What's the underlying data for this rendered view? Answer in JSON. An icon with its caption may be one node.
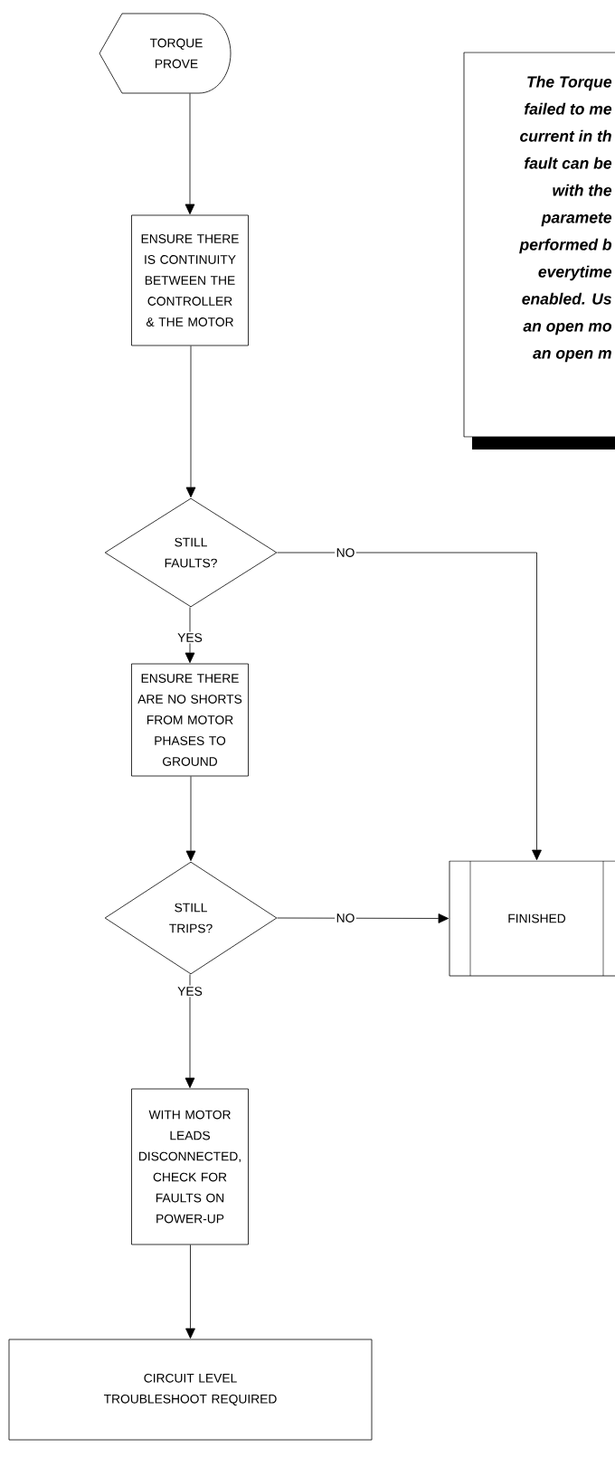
{
  "diagram": {
    "nodes": [
      {
        "text": [
          "TORQUE PROVE"
        ]
      },
      {
        "text": [
          "ENSURE THERE IS CONTINUITY BETWEEN THE CONTROLLER & THE MOTOR"
        ]
      },
      {
        "text": [
          "STILL FAULTS?"
        ]
      },
      {
        "text": [
          "ENSURE THERE ARE NO SHORTS FROM MOTOR PHASES TO GROUND"
        ]
      },
      {
        "text": [
          "STILL TRIPS?"
        ]
      },
      {
        "text": [
          "FINISHED"
        ]
      },
      {
        "text": [
          "WITH MOTOR LEADS DISCONNECTED, CHECK FOR FAULTS ON POWER-UP"
        ]
      },
      {
        "text": [
          "CIRCUIT LEVEL TROUBLESHOOT REQUIRED"
        ]
      },
      {
        "text": [
          "The Torque",
          "failed to me",
          "current in th",
          "fault can be",
          "with the",
          "paramete",
          "performed b",
          "everytime",
          "enabled.  Us",
          "an open mo",
          "an open m"
        ]
      }
    ],
    "edges": [
      {
        "from": 0,
        "to": 1,
        "arrow": "to"
      },
      {
        "from": 1,
        "to": 2,
        "arrow": "to"
      },
      {
        "from": 2,
        "to": 3,
        "arrow": "to",
        "label": "YES"
      },
      {
        "from": 2,
        "to": 5,
        "arrow": "to",
        "label": "NO"
      },
      {
        "from": 3,
        "to": 4,
        "arrow": "to"
      },
      {
        "from": 4,
        "to": 5,
        "arrow": "to",
        "label": "NO"
      },
      {
        "from": 4,
        "to": 6,
        "arrow": "to",
        "label": "YES"
      },
      {
        "from": 6,
        "to": 7,
        "arrow": "to"
      }
    ]
  }
}
